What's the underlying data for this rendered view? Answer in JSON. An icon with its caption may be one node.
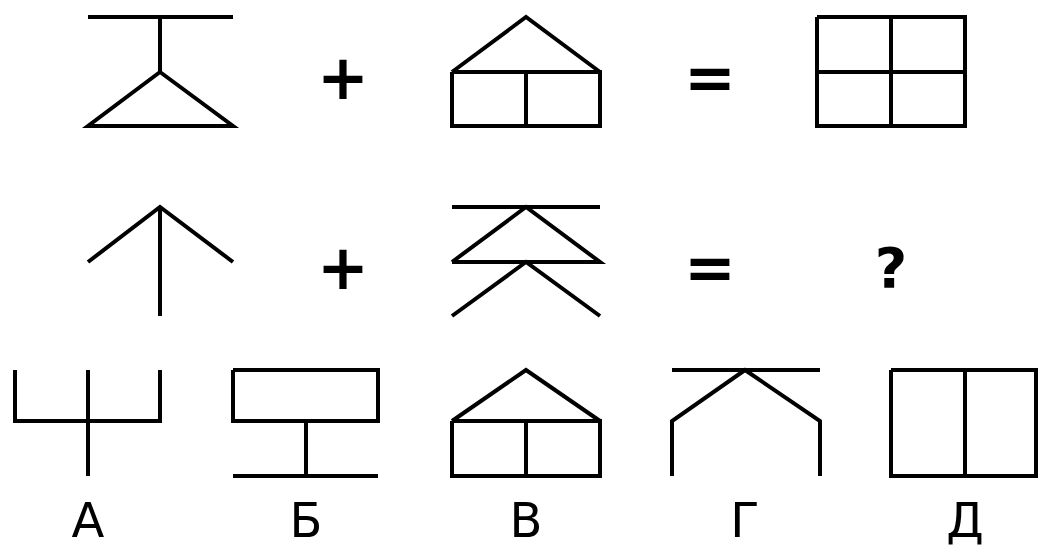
{
  "diagram": {
    "labels": [
      "+",
      "=",
      "+",
      "=",
      "?",
      "А",
      "Б",
      "В",
      "Г",
      "Д"
    ]
  }
}
